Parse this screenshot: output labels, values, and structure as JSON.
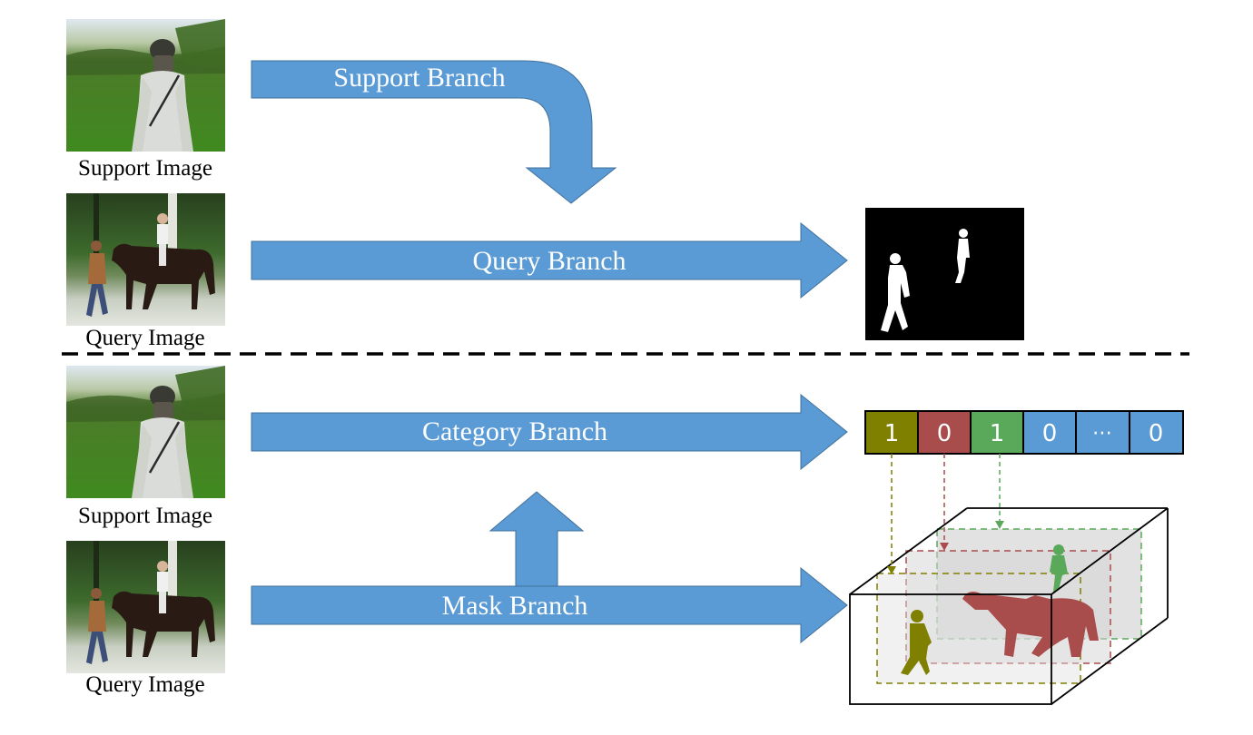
{
  "top": {
    "support_label": "Support Image",
    "query_label": "Query Image",
    "support_branch_label": "Support Branch",
    "query_branch_label": "Query Branch"
  },
  "bottom": {
    "support_label": "Support Image",
    "query_label": "Query Image",
    "category_branch_label": "Category Branch",
    "mask_branch_label": "Mask Branch",
    "category_cells": [
      {
        "text": "1",
        "color": "#7f7f00"
      },
      {
        "text": "0",
        "color": "#a94c4c"
      },
      {
        "text": "1",
        "color": "#5aa85a"
      },
      {
        "text": "0",
        "color": "#5b9bd5"
      },
      {
        "text": "⋯",
        "color": "#5b9bd5"
      },
      {
        "text": "0",
        "color": "#5b9bd5"
      }
    ]
  },
  "colors": {
    "arrow": "#5b9bd5",
    "arrow_edge": "#41719c",
    "olive": "#7f7f00",
    "red": "#a94c4c",
    "green": "#5aa85a"
  }
}
